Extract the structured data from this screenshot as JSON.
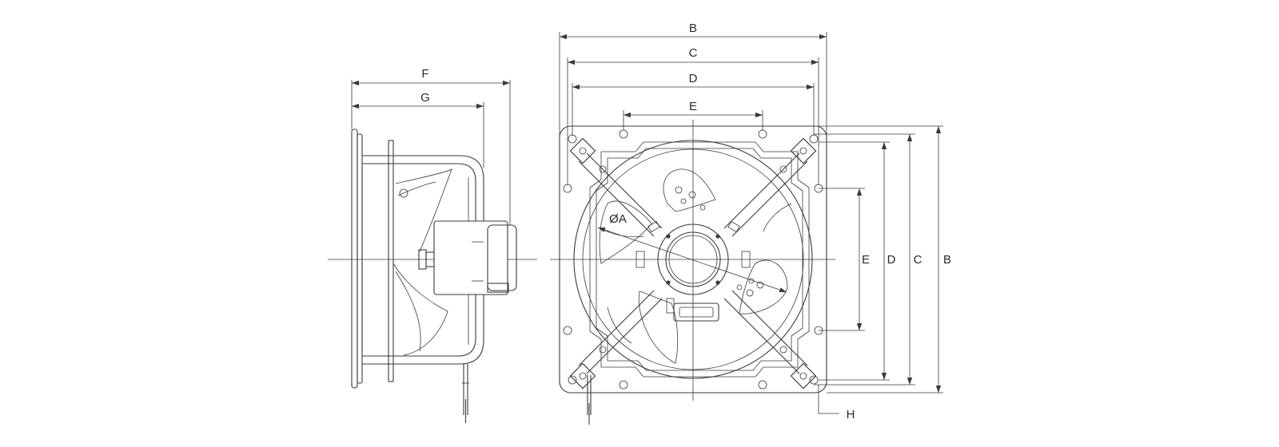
{
  "labels": {
    "side_F": "F",
    "side_G": "G",
    "top_B": "B",
    "top_C": "C",
    "top_D": "D",
    "top_E": "E",
    "right_E": "E",
    "right_D": "D",
    "right_C": "C",
    "right_B": "B",
    "diameter_A": "ØA",
    "hole_H": "H"
  }
}
